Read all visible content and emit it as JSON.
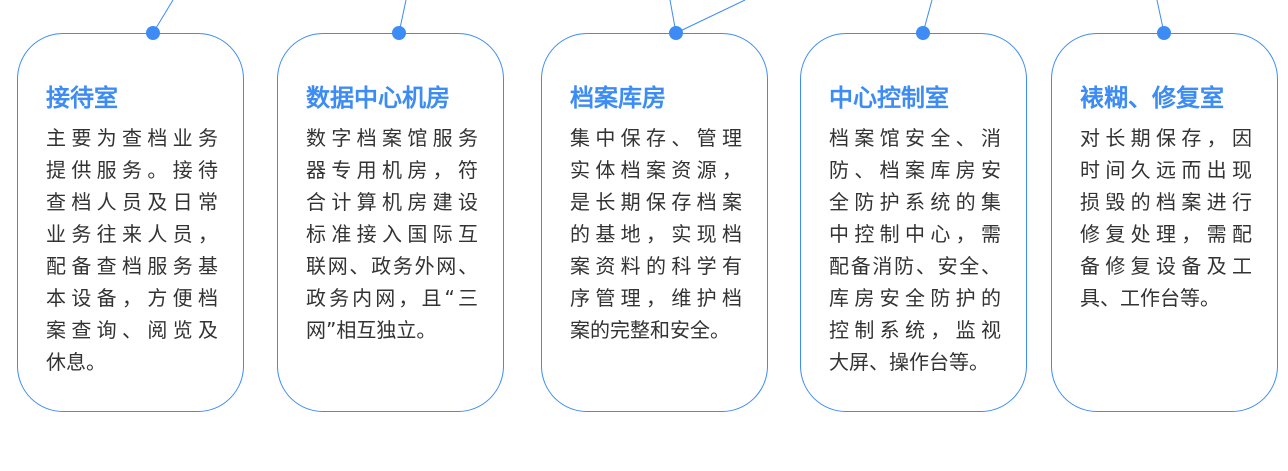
{
  "accent_color": "#3d8cf5",
  "cards": [
    {
      "title": "接待室",
      "lines": [
        "主要为查档业务",
        "提供服务。接待",
        "查档人员及日常",
        "业务往来人员，",
        "配备查档服务基",
        "本设备，方便档",
        "案查询、阅览及",
        "休息。"
      ]
    },
    {
      "title": "数据中心机房",
      "lines": [
        "数字档案馆服务",
        "器专用机房，符",
        "合计算机房建设",
        "标准接入国际互",
        "联网、政务外网、",
        "政务内网，且“三",
        "网”相互独立。"
      ]
    },
    {
      "title": "档案库房",
      "lines": [
        "集中保存、管理",
        "实体档案资源，",
        "是长期保存档案",
        "的基地，实现档",
        "案资料的科学有",
        "序管理，维护档",
        "案的完整和安全。"
      ]
    },
    {
      "title": "中心控制室",
      "lines": [
        "档案馆安全、消",
        "防、档案库房安",
        "全防护系统的集",
        "中控制中心，需",
        "配备消防、安全、",
        "库房安全防护的",
        "控制系统，监视",
        "大屏、操作台等。"
      ]
    },
    {
      "title": "裱糊、修复室",
      "lines": [
        "对长期保存，因",
        "时间久远而出现",
        "损毁的档案进行",
        "修复处理，需配",
        "备修复设备及工",
        "具、工作台等。"
      ]
    }
  ]
}
